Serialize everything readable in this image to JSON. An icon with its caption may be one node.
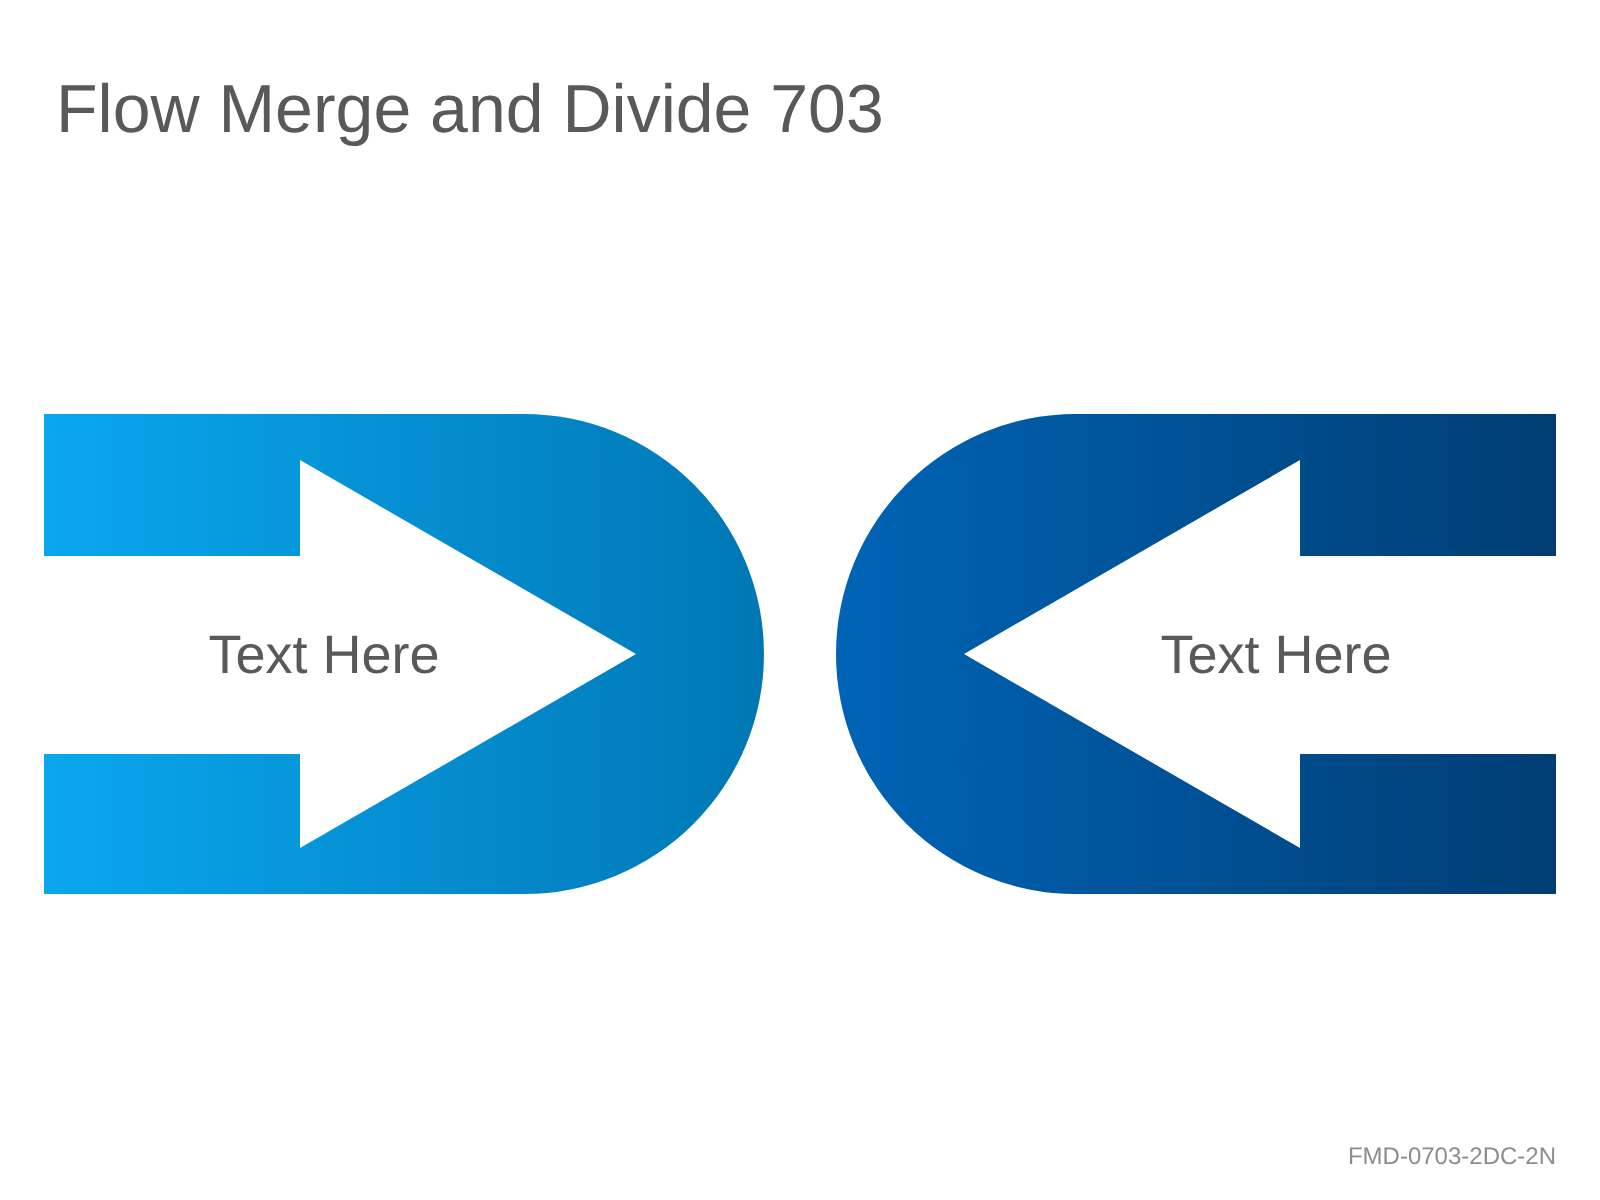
{
  "diagram": {
    "title": "Flow Merge and Divide 703",
    "nodes": [
      {
        "text": [
          "Text Here"
        ]
      },
      {
        "text": [
          "Text Here"
        ]
      }
    ],
    "labels": [
      "FMD-0703-2DC-2N"
    ]
  }
}
